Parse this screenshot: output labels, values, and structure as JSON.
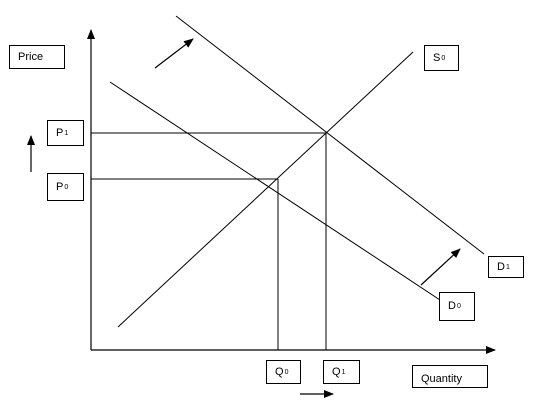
{
  "axes": {
    "y_label": "Price",
    "x_label": "Quantity"
  },
  "curves": {
    "supply": {
      "letter": "S",
      "sub": "0"
    },
    "demand_initial": {
      "letter": "D",
      "sub": "0"
    },
    "demand_new": {
      "letter": "D",
      "sub": "1"
    }
  },
  "price_levels": {
    "initial": {
      "letter": "P",
      "sub": "0"
    },
    "new": {
      "letter": "P",
      "sub": "1"
    }
  },
  "quantity_levels": {
    "initial": {
      "letter": "Q",
      "sub": "0"
    },
    "new": {
      "letter": "Q",
      "sub": "1"
    }
  },
  "colors": {
    "line": "#000000",
    "background": "#ffffff"
  }
}
